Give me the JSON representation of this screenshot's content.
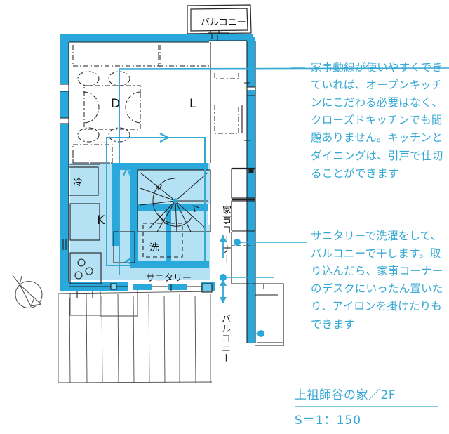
{
  "document": {
    "type": "floor-plan",
    "caption": {
      "title": "上祖師谷の家／2F",
      "scale": "S＝1：150"
    }
  },
  "annotations": [
    {
      "id": "kitchen-note",
      "text": "家事動線が使いやすくできていれば、オープンキッチンにこだわる必要はなく、クローズドキッチンでも問題ありません。キッチンとダイニングは、引戸で仕切ることができます"
    },
    {
      "id": "laundry-note",
      "text": "サニタリーで洗濯をして、バルコニーで干します。取り込んだら、家事コーナーのデスクにいったん置いたり、アイロンを掛けたりもできます"
    }
  ],
  "plan_labels": {
    "dining": "D",
    "living": "L",
    "kitchen": "K",
    "refrigerator": "冷",
    "washer": "洗",
    "sanitary": "サニタリー",
    "balcony_top": "バルコニー",
    "chores_corner": "家事コーナー",
    "balcony_right": "バルコニー"
  },
  "colors": {
    "wall_fill": "#29a8dc",
    "room_fill": "#b5e3f5",
    "flow_line": "#35a8d4",
    "text_blue": "#35a8d4",
    "ink": "#1a1a1a"
  },
  "icons": {
    "compass": "north-arrow-icon",
    "stair": "spiral-stair-icon",
    "cooktop": "cooktop-icon"
  }
}
